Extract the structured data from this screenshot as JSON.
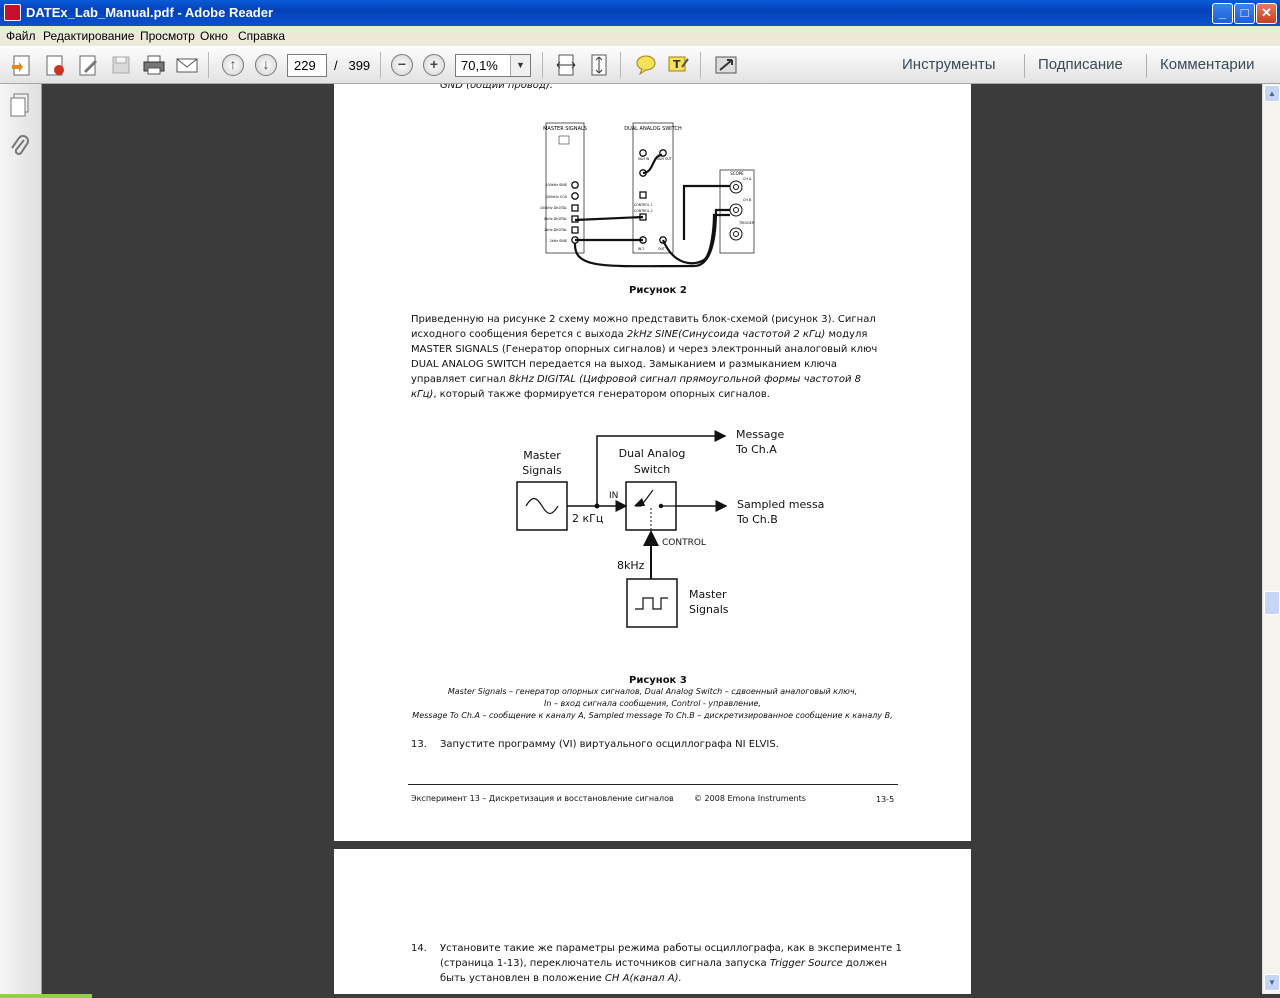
{
  "window": {
    "title": "DATEx_Lab_Manual.pdf - Adobe Reader",
    "min_label": "_",
    "max_label": "□",
    "close_label": "✕"
  },
  "menu": [
    "Файл",
    "Редактирование",
    "Просмотр",
    "Окно",
    "Справка"
  ],
  "toolbar": {
    "page_current": "229",
    "page_sep": "/",
    "page_total": "399",
    "zoom": "70,1%",
    "tools_label": "Инструменты",
    "sign_label": "Подписание",
    "comment_label": "Комментарии",
    "icons": [
      "create-pdf-icon",
      "export-icon",
      "edit-icon",
      "save-icon",
      "print-icon",
      "email-icon",
      "prev-page-icon",
      "next-page-icon",
      "zoom-out-icon",
      "zoom-in-icon",
      "fit-width-icon",
      "fit-page-icon",
      "comment-icon",
      "highlight-icon",
      "fullscreen-icon"
    ]
  },
  "sidebar": {
    "icons": [
      "pages-panel-icon",
      "attachments-icon"
    ]
  },
  "document": {
    "top_cut": "GND (общий провод).",
    "fig2": {
      "caption": "Рисунок 2",
      "labels": {
        "master": "MASTER SIGNALS",
        "dual": "DUAL ANALOG SWITCH",
        "scope": "SCOPE",
        "cha": "CH A",
        "chb": "CH B",
        "trigger": "TRIGGER",
        "sh_in": "S&H IN",
        "sh_out": "S&H OUT",
        "control1": "CONTROL 1",
        "control2": "CONTROL 2",
        "in2": "IN 2",
        "out": "OUT",
        "ms_jacks": [
          "100kHz SINE",
          "100kHz COS",
          "100kHz DIGITAL",
          "8kHz DIGITAL",
          "2kHz DIGITAL",
          "2kHz SINE"
        ]
      }
    },
    "para1": [
      "Приведенную на рисунке 2 схему можно представить блок-схемой (рисунок 3). Сигнал",
      "исходного сообщения берется с выхода ",
      "2kHz SINE(Синусоида частотой 2 кГц)",
      "  модуля",
      "MASTER SIGNALS (Генератор опорных сигналов) и через электронный аналоговый ключ",
      "DUAL ANALOG SWITCH передается на выход. Замыканием и размыканием ключа",
      "управляет сигнал ",
      "8kHz DIGITAL (Цифровой сигнал прямоугольной формы частотой 8",
      "кГц)",
      ", который также формируется генератором опорных сигналов."
    ],
    "fig3": {
      "master_top_1": "Master",
      "master_top_2": "Signals",
      "dual_1": "Dual Analog",
      "dual_2": "Switch",
      "msg_1": "Message",
      "msg_2": "To Ch.A",
      "sampled_1": "Sampled message",
      "sampled_2": "To Ch.B",
      "in": "IN",
      "freq": "2 кГц",
      "control": "CONTROL",
      "khz8": "8kHz",
      "master_bot_1": "Master",
      "master_bot_2": "Signals",
      "caption": "Рисунок 3",
      "legend_1": "Master Signals – генератор опорных сигналов, Dual Analog Switch – сдвоенный аналоговый ключ,",
      "legend_2": "In – вход сигнала сообщения, Control - управление,",
      "legend_3": "Message To Ch.A – сообщение к каналу А, Sampled message To Ch.B – дискретизированное сообщение к каналу B,"
    },
    "step13_num": "13.",
    "step13": "Запустите программу (VI) виртуального осциллографа NI ELVIS.",
    "footer_left": "Эксперимент 13 – Дискретизация и восстановление сигналов",
    "footer_mid": "© 2008 Emona Instruments",
    "footer_right": "13-5",
    "step14_num": "14.",
    "step14_l1": "Установите такие же параметры режима работы осциллографа, как в эксперименте 1",
    "step14_l2a": "(страница 1-13), переключатель источников сигнала запуска ",
    "step14_l2b": "Trigger Source",
    "step14_l2c": "  должен",
    "step14_l3a": "быть установлен в положение ",
    "step14_l3b": "CH A(канал A).",
    "step14_l3c": ""
  },
  "scrollbar": {
    "up": "▲",
    "down": "▼"
  }
}
